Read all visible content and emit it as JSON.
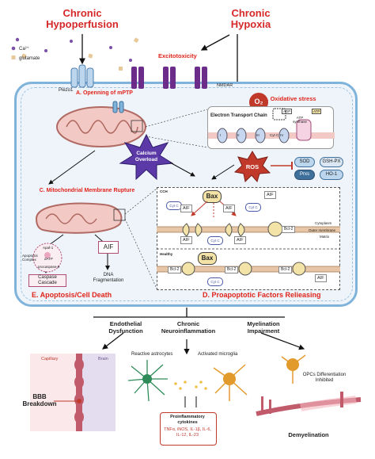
{
  "titles": {
    "chronic_hypoperfusion": "Chronic Hypoperfusion",
    "chronic_hypoxia": "Chronic Hypoxia",
    "excitotoxicity": "Excitotoxicity"
  },
  "legend": {
    "ca": "Ca²⁺",
    "glutamate": "glutamate"
  },
  "labels": {
    "piezo1": "Piezo1",
    "nmdar": "NMDAR",
    "step_a": "A. Openning of mPTP",
    "step_b": "B. Oxidative stress",
    "step_c": "C. Mitochondrial Membrane Rupture",
    "step_d": "D. Proapoptotic Factors Relieasing",
    "step_e": "E. Apoptosis/Cell Death",
    "calcium_overload": "Calcium Overload",
    "o2": "O₂",
    "etc": "Electron Transport Chain",
    "adp": "ADP",
    "atp": "ATP",
    "atp_synthase": "ATP synthase",
    "cytc": "Cyt C",
    "complex_i": "I",
    "complex_ii": "II",
    "complex_iii": "III",
    "complex_iv": "IV",
    "ros": "ROS",
    "sod": "SOD",
    "gshpx": "GSH-PX",
    "prxs": "Prxs",
    "ho1": "HO-1",
    "cch": "CCH",
    "healthy": "Healthy",
    "bax": "Bax",
    "aif": "AIF",
    "bcl2": "Bcl-2",
    "cytoplasm": "Cytoplasm",
    "outer_membrane": "Outer membrane",
    "matrix": "Matrix",
    "apaf1": "Apaf-1",
    "apoptosis_complex": "Apoptosis Complex",
    "datp": "dATP",
    "procaspase9": "procaspase-9",
    "caspase_cascade": "Caspase Cascade",
    "dna_fragmentation": "DNA Fragmentation"
  },
  "outcomes": {
    "endothelial": "Endothelial Dysfunction",
    "neuroinflammation": "Chronic Neuroinflammation",
    "myelination": "Myelination Impairment"
  },
  "bottom": {
    "capillary": "Capillary",
    "brain": "Brain",
    "bbb": "BBB Breakdown",
    "astrocytes": "Reactive astrocytes",
    "microglia": "Activated microglia",
    "cytokines_title": "Proinflammatory cytokines",
    "cytokines_list": "TNFα, iNOS, IL-1β, IL-6, IL-12, IL-23",
    "opcs": "OPCs Differentiation Inhibited",
    "demyelination": "Demyelination"
  },
  "colors": {
    "title_red": "#d62828",
    "membrane_blue": "#7fb3da",
    "nmdar_purple": "#6b2c8a",
    "ros_red": "#c0392b",
    "calcium_purple": "#5b3aa8",
    "antioxidant_blue": "#bcd6ee"
  }
}
